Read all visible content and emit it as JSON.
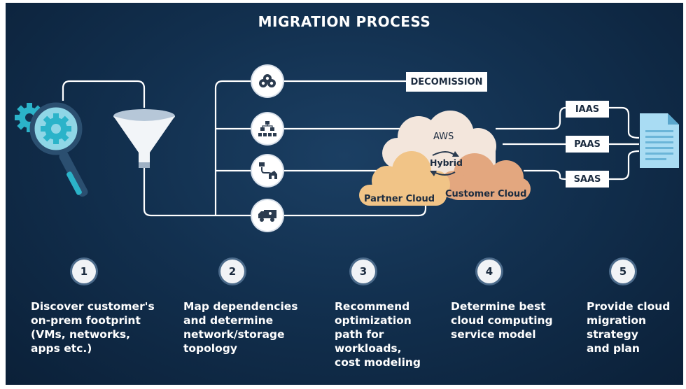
{
  "title": "MIGRATION PROCESS",
  "outputs": {
    "decomission": "DECOMISSION",
    "iaas": "IAAS",
    "paas": "PAAS",
    "saas": "SAAS"
  },
  "clouds": {
    "aws": "AWS",
    "hybrid": "Hybrid",
    "partner": "Partner Cloud",
    "customer": "Customer Cloud"
  },
  "steps": [
    {
      "number": "1",
      "text": "Discover customer's\non-prem footprint\n(VMs, networks,\napps etc.)"
    },
    {
      "number": "2",
      "text": "Map  dependencies\nand determine\nnetwork/storage\ntopology"
    },
    {
      "number": "3",
      "text": "Recommend\noptimization\npath for\nworkloads,\ncost modeling"
    },
    {
      "number": "4",
      "text": "Determine best\ncloud computing\nservice model"
    },
    {
      "number": "5",
      "text": "Provide cloud\nmigration\nstrategy\nand plan"
    }
  ],
  "icons": {
    "discover": "magnifier-gears-icon",
    "funnel": "funnel-icon",
    "node1": "gears-cluster-icon",
    "node2": "hierarchy-icon",
    "node3": "route-icon",
    "node4": "truck-icon",
    "document": "document-icon"
  },
  "colors": {
    "background": "#12304f",
    "accent": "#2bb3c9",
    "cloud_aws": "#f3e6dc",
    "cloud_partner": "#f1c487",
    "cloud_customer": "#e3a77f"
  }
}
